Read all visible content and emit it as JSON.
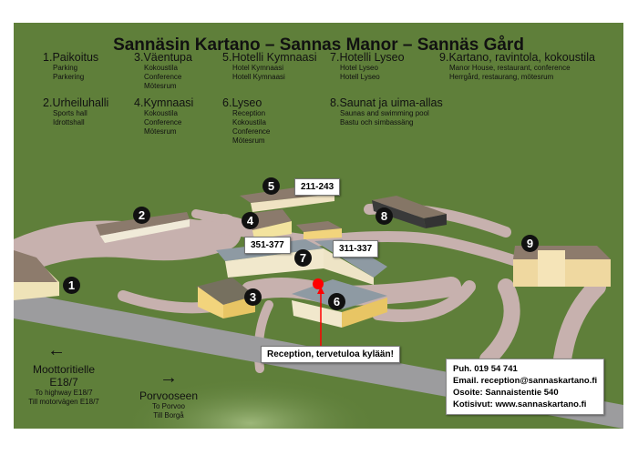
{
  "title": "Sannäsin Kartano – Sannas Manor – Sannäs Gård",
  "legend": [
    {
      "number": "1.",
      "name": "Paikoitus",
      "sub": [
        "Parking",
        "Parkering"
      ]
    },
    {
      "number": "2.",
      "name": "Urheiluhalli",
      "sub": [
        "Sports hall",
        "Idrottshall"
      ]
    },
    {
      "number": "3.",
      "name": "Väentupa",
      "sub": [
        "Kokoustila",
        "Conference",
        "Mötesrum"
      ]
    },
    {
      "number": "4.",
      "name": "Kymnaasi",
      "sub": [
        "Kokoustila",
        "Conference",
        "Mötesrum"
      ]
    },
    {
      "number": "5.",
      "name": "Hotelli Kymnaasi",
      "sub": [
        "Hotel Kymnaasi",
        "Hotell Kymnaasi"
      ]
    },
    {
      "number": "6.",
      "name": "Lyseo",
      "sub": [
        "Reception",
        "Kokoustila",
        "Conference",
        "Mötesrum"
      ]
    },
    {
      "number": "7.",
      "name": "Hotelli Lyseo",
      "sub": [
        "Hotel Lyseo",
        "Hotell Lyseo"
      ]
    },
    {
      "number": "8.",
      "name": "Saunat ja uima-allas",
      "sub": [
        "Saunas and swimming pool",
        "Bastu och simbassäng"
      ]
    },
    {
      "number": "9.",
      "name": "Kartano, ravintola, kokoustila",
      "sub": [
        "Manor House, restaurant, conference",
        "Herrgård, restaurang, mötesrum"
      ]
    }
  ],
  "markers": [
    "1",
    "2",
    "3",
    "4",
    "5",
    "6",
    "7",
    "8",
    "9"
  ],
  "room_labels": [
    "211-243",
    "351-377",
    "311-337"
  ],
  "reception_label": "Reception, tervetuloa kylään!",
  "directions": [
    {
      "name": "Moottoritielle E18/7",
      "sub": [
        "To highway E18/7",
        "Till motorvägen E18/7"
      ],
      "arrow": "←"
    },
    {
      "name": "Porvooseen",
      "sub": [
        "To Porvoo",
        "Till Borgå"
      ],
      "arrow": "→"
    }
  ],
  "contact": {
    "phone": "Puh. 019 54 741",
    "email": "Email. reception@sannaskartano.fi",
    "address": "Osoite: Sannaistentie 540",
    "web": "Kotisivut: www.sannaskartano.fi"
  },
  "colors": {
    "grass": "#5f7f3a",
    "path": "#c7b1ae",
    "road": "#9c9c9e",
    "reception_dot": "#ff0000"
  }
}
